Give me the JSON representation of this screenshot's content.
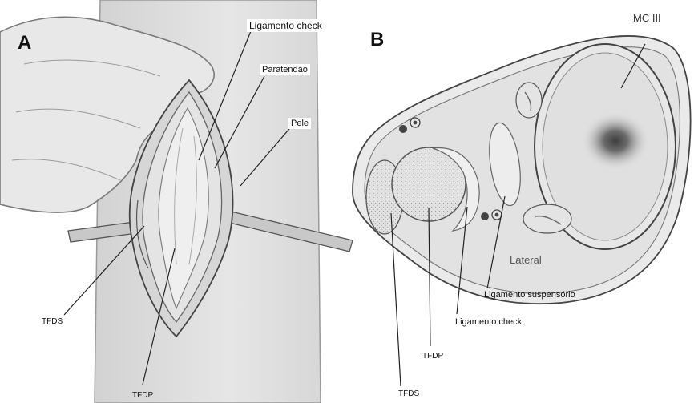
{
  "panels": {
    "a": {
      "letter": "A"
    },
    "b": {
      "letter": "B"
    }
  },
  "labels_a": {
    "ligamento_check": "Ligamento check",
    "paratendao": "Paratendão",
    "pele": "Pele",
    "tfds": "TFDS",
    "tfdp": "TFDP"
  },
  "labels_b": {
    "mc3": "MC III",
    "lateral": "Lateral",
    "ligamento_suspensorio": "Ligamento suspensório",
    "ligamento_check": "Ligamento check",
    "tfdp": "TFDP",
    "tfds": "TFDS"
  },
  "colors": {
    "ink": "#2a2a2a",
    "tissue_light": "#e9e9e9",
    "tissue_mid": "#cfcfcf",
    "tissue_dark": "#9a9a9a"
  }
}
